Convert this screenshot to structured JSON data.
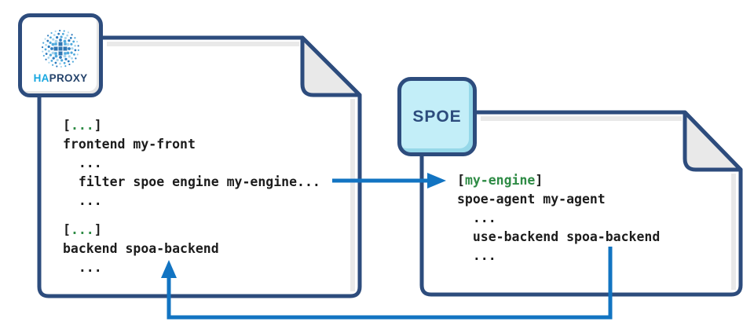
{
  "haproxy_badge": {
    "brand_ha": "HA",
    "brand_proxy": "PROXY"
  },
  "spoe_badge": {
    "label": "SPOE"
  },
  "haproxy_config": {
    "block_top": [
      [
        {
          "t": "[",
          "c": "plain"
        },
        {
          "t": "...",
          "c": "green"
        },
        {
          "t": "]",
          "c": "plain"
        }
      ],
      [
        {
          "t": "frontend my-front",
          "c": "plain"
        }
      ],
      [
        {
          "t": "  ...",
          "c": "plain"
        }
      ],
      [
        {
          "t": "  filter spoe engine my-engine...",
          "c": "plain"
        }
      ],
      [
        {
          "t": "  ...",
          "c": "plain"
        }
      ]
    ],
    "block_bottom": [
      [
        {
          "t": "[",
          "c": "plain"
        },
        {
          "t": "...",
          "c": "green"
        },
        {
          "t": "]",
          "c": "plain"
        }
      ],
      [
        {
          "t": "backend spoa-backend",
          "c": "plain"
        }
      ],
      [
        {
          "t": "  ...",
          "c": "plain"
        }
      ]
    ]
  },
  "spoe_config": {
    "block": [
      [
        {
          "t": "[",
          "c": "plain"
        },
        {
          "t": "my-engine",
          "c": "green"
        },
        {
          "t": "]",
          "c": "plain"
        }
      ],
      [
        {
          "t": "spoe-agent my-agent",
          "c": "plain"
        }
      ],
      [
        {
          "t": "  ...",
          "c": "plain"
        }
      ],
      [
        {
          "t": "  use-backend spoa-backend",
          "c": "plain"
        }
      ],
      [
        {
          "t": "  ...",
          "c": "plain"
        }
      ]
    ]
  },
  "colors": {
    "document_border_navy": "#2d4c7d",
    "arrow_blue": "#1274c2",
    "fold_gray": "#e9e9e9",
    "code_green": "#2e8b45",
    "code_text": "#1c1c1c",
    "spoe_badge_fill": "#c3eef8",
    "haproxy_ha_blue": "#17a7e0",
    "haproxy_proxy_navy": "#25436b"
  }
}
